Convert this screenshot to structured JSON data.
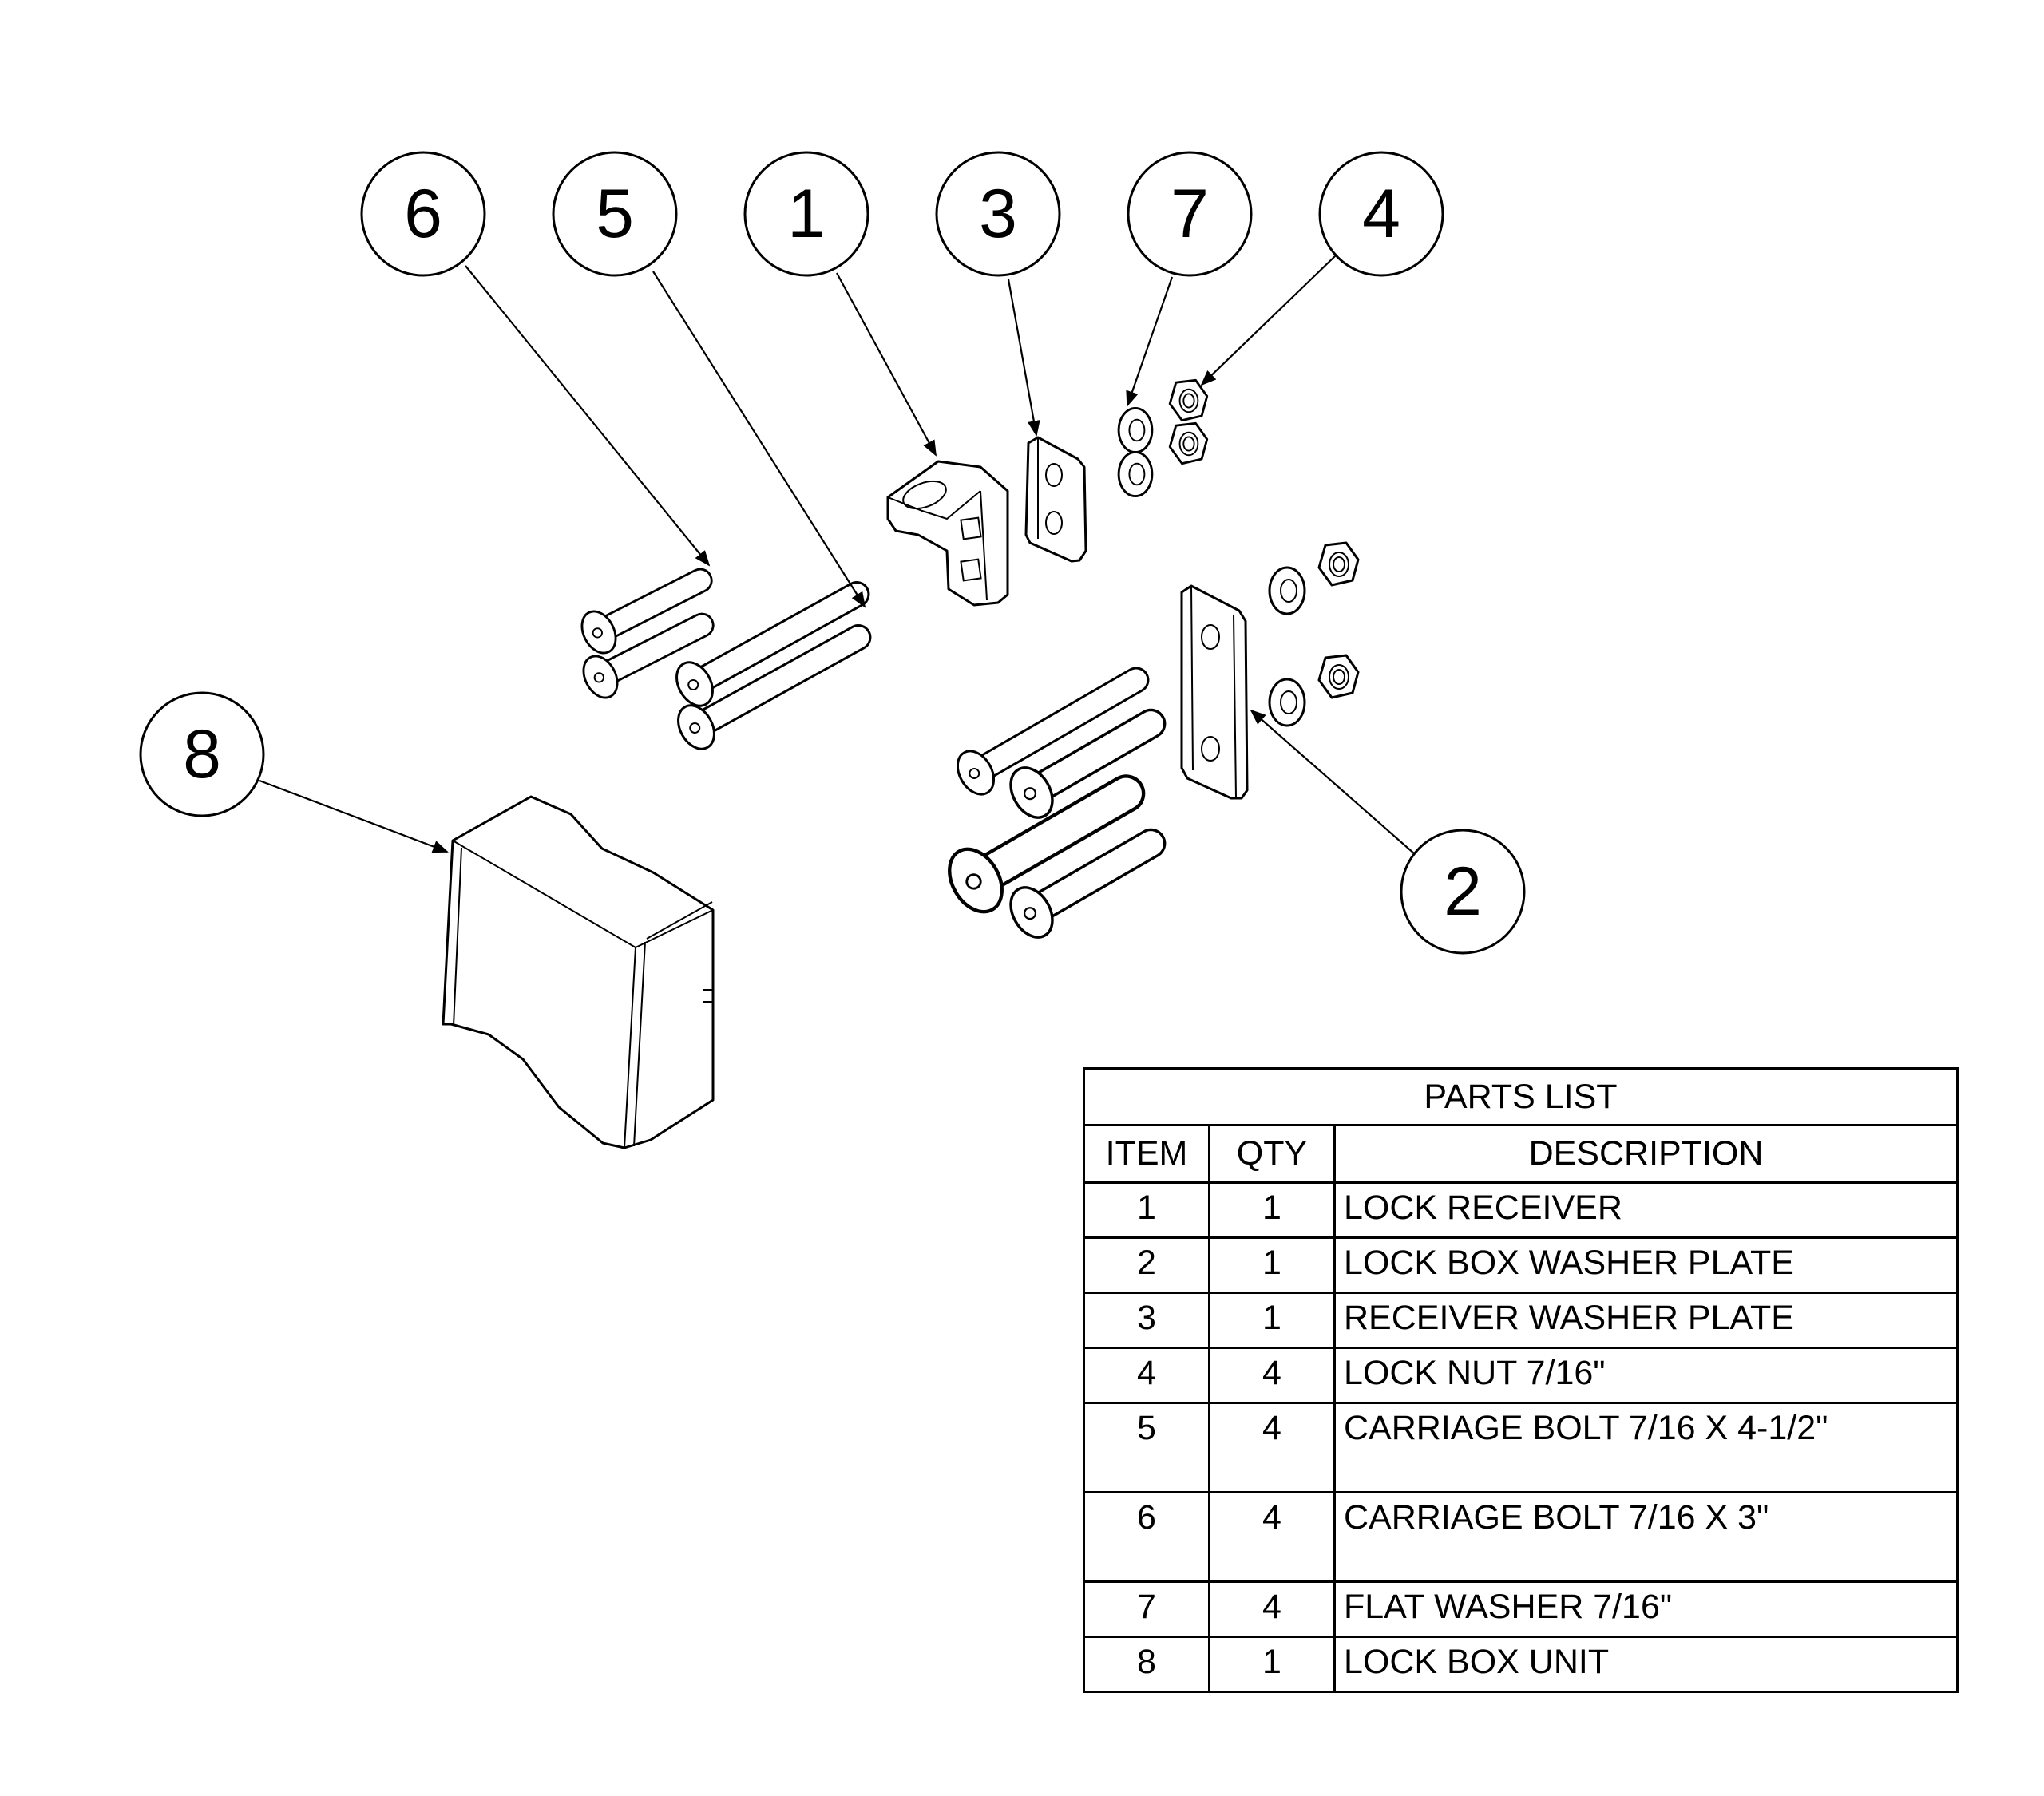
{
  "balloons": [
    {
      "label": "6"
    },
    {
      "label": "5"
    },
    {
      "label": "1"
    },
    {
      "label": "3"
    },
    {
      "label": "7"
    },
    {
      "label": "4"
    },
    {
      "label": "8"
    },
    {
      "label": "2"
    }
  ],
  "parts_list": {
    "title": "PARTS LIST",
    "headers": {
      "item": "ITEM",
      "qty": "QTY",
      "description": "DESCRIPTION"
    },
    "rows": [
      {
        "item": "1",
        "qty": "1",
        "description": "LOCK RECEIVER"
      },
      {
        "item": "2",
        "qty": "1",
        "description": "LOCK BOX WASHER PLATE"
      },
      {
        "item": "3",
        "qty": "1",
        "description": "RECEIVER WASHER PLATE"
      },
      {
        "item": "4",
        "qty": "4",
        "description": "LOCK NUT 7/16\""
      },
      {
        "item": "5",
        "qty": "4",
        "description": "CARRIAGE BOLT 7/16 X 4-1/2\""
      },
      {
        "item": "6",
        "qty": "4",
        "description": "CARRIAGE BOLT 7/16 X 3\""
      },
      {
        "item": "7",
        "qty": "4",
        "description": "FLAT WASHER 7/16\""
      },
      {
        "item": "8",
        "qty": "1",
        "description": "LOCK BOX UNIT"
      }
    ]
  }
}
